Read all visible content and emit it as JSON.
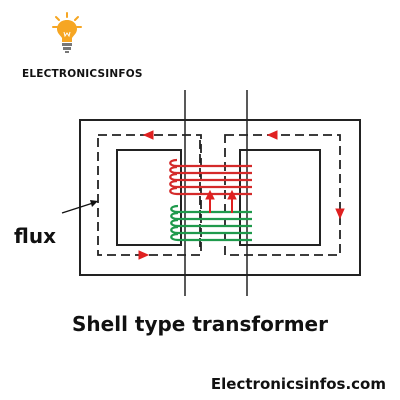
{
  "brand": {
    "name": "ELECTRONICSINFOS"
  },
  "diagram": {
    "flux_label": "flux",
    "caption": "Shell type transformer",
    "colors": {
      "core": "#222222",
      "flux_arrow": "#e02020",
      "primary_winding": "#d42a2a",
      "secondary_winding": "#1f9a4c",
      "bulb": "#f6a623"
    }
  },
  "footer": {
    "website": "Electronicsinfos.com"
  }
}
